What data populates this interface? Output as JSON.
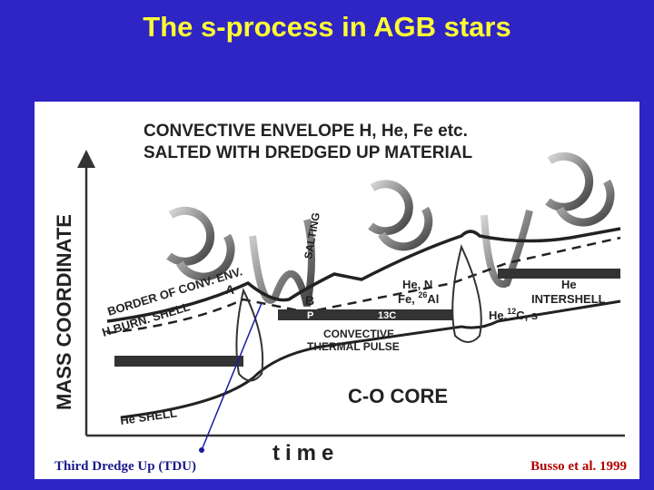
{
  "slide": {
    "title": "The s-process in AGB stars",
    "title_color": "#ffff33",
    "background": "#2f24c4"
  },
  "diagram": {
    "header_line1": "CONVECTIVE  ENVELOPE  H, He, Fe etc.",
    "header_line2": "SALTED WITH DREDGED UP MATERIAL",
    "y_axis_label": "MASS  COORDINATE",
    "x_axis_label": "time",
    "salting_label": "SALTING",
    "border_label": "BORDER OF CONV. ENV.",
    "hburn_label": "H  BURN. SHELL",
    "point_a": "A",
    "point_b": "B",
    "point_p": "P",
    "c13_label": "13C",
    "he_n_label": "He, N",
    "fe_al_label_prefix": "Fe, ",
    "fe_al_superscript": "26",
    "fe_al_suffix": "Al",
    "he_intershell_label_1": "He",
    "he_intershell_label_2": "INTERSHELL",
    "he12c_prefix": "He,",
    "he12c_superscript": "12",
    "he12c_suffix": "C, s",
    "thermal_pulse_line1": "CONVECTIVE",
    "thermal_pulse_line2": "THERMAL PULSE",
    "co_core_label": "C-O CORE",
    "he_shell_label": "He SHELL"
  },
  "captions": {
    "tdu": "Third Dredge Up (TDU)",
    "citation": "Busso et al. 1999"
  },
  "colors": {
    "tdu_caption": "#1a1a8c",
    "citation_caption": "#b00000",
    "pointer_line": "#1a1aa0"
  }
}
